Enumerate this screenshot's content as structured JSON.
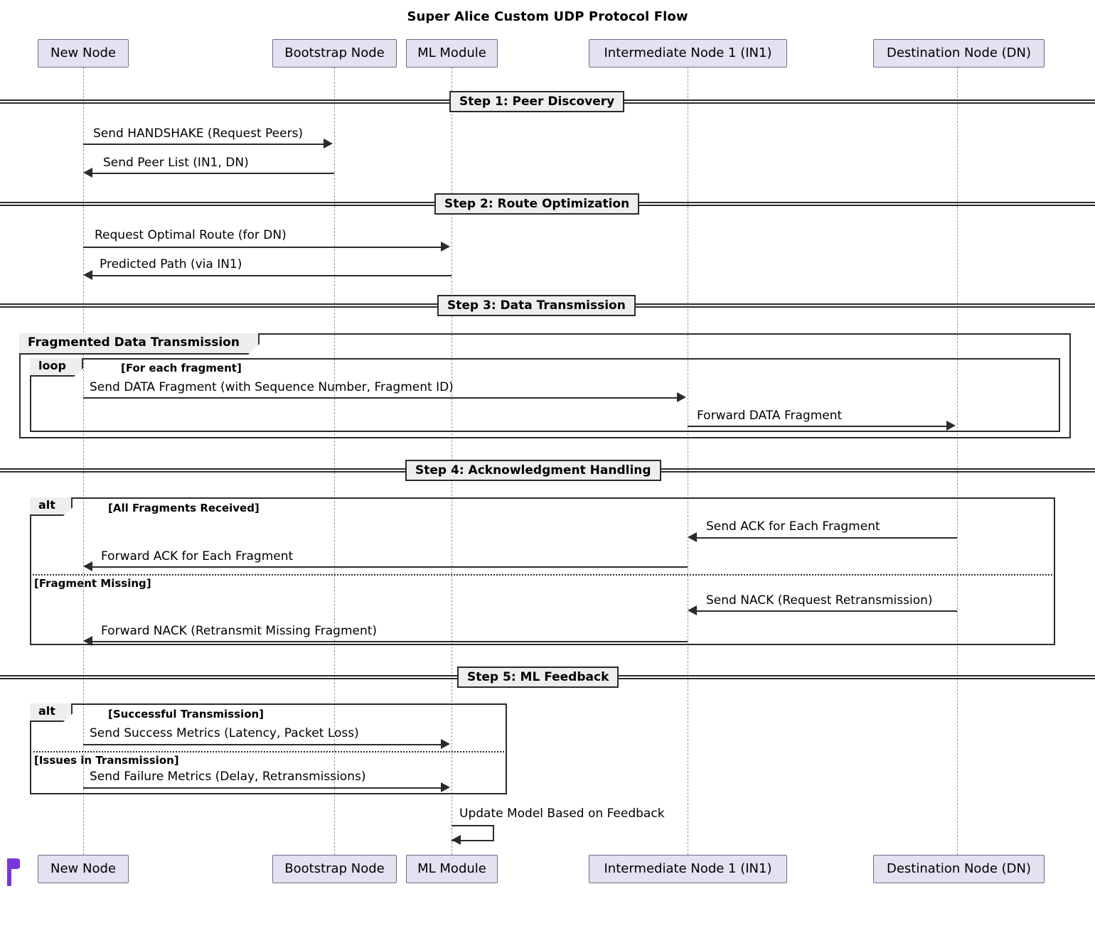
{
  "diagram": {
    "title": "Super Alice Custom UDP Protocol Flow",
    "type": "sequence-diagram",
    "accent_color": "#7B36DE",
    "participant_fill": "#E2E2F0",
    "frame_fill": "#EEEEEE",
    "line_color": "#2b2b2b"
  },
  "participants": [
    {
      "id": "new-node",
      "label": "New Node"
    },
    {
      "id": "bootstrap",
      "label": "Bootstrap Node"
    },
    {
      "id": "ml-module",
      "label": "ML Module"
    },
    {
      "id": "in1",
      "label": "Intermediate Node 1 (IN1)"
    },
    {
      "id": "dn",
      "label": "Destination Node (DN)"
    }
  ],
  "dividers": [
    {
      "id": "step-1",
      "label": "Step 1: Peer Discovery"
    },
    {
      "id": "step-2",
      "label": "Step 2: Route Optimization"
    },
    {
      "id": "step-3",
      "label": "Step 3: Data Transmission"
    },
    {
      "id": "step-4",
      "label": "Step 4: Acknowledgment Handling"
    },
    {
      "id": "step-5",
      "label": "Step 5: ML Feedback"
    }
  ],
  "messages": [
    {
      "id": "m1",
      "label": "Send HANDSHAKE (Request Peers)",
      "from": "new-node",
      "to": "bootstrap",
      "dir": "right"
    },
    {
      "id": "m2",
      "label": "Send Peer List (IN1, DN)",
      "from": "bootstrap",
      "to": "new-node",
      "dir": "left"
    },
    {
      "id": "m3",
      "label": "Request Optimal Route (for DN)",
      "from": "new-node",
      "to": "ml-module",
      "dir": "right"
    },
    {
      "id": "m4",
      "label": "Predicted Path (via IN1)",
      "from": "ml-module",
      "to": "new-node",
      "dir": "left"
    },
    {
      "id": "m5",
      "label": "Send DATA Fragment (with Sequence Number, Fragment ID)",
      "from": "new-node",
      "to": "in1",
      "dir": "right"
    },
    {
      "id": "m6",
      "label": "Forward DATA Fragment",
      "from": "in1",
      "to": "dn",
      "dir": "right"
    },
    {
      "id": "m7",
      "label": "Send ACK for Each Fragment",
      "from": "dn",
      "to": "in1",
      "dir": "left"
    },
    {
      "id": "m8",
      "label": "Forward ACK for Each Fragment",
      "from": "in1",
      "to": "new-node",
      "dir": "left"
    },
    {
      "id": "m9",
      "label": "Send NACK (Request Retransmission)",
      "from": "dn",
      "to": "in1",
      "dir": "left"
    },
    {
      "id": "m10",
      "label": "Forward NACK (Retransmit Missing Fragment)",
      "from": "in1",
      "to": "new-node",
      "dir": "left"
    },
    {
      "id": "m11",
      "label": "Send Success Metrics (Latency, Packet Loss)",
      "from": "new-node",
      "to": "ml-module",
      "dir": "right"
    },
    {
      "id": "m12",
      "label": "Send Failure Metrics (Delay, Retransmissions)",
      "from": "new-node",
      "to": "ml-module",
      "dir": "right"
    },
    {
      "id": "m13",
      "label": "Update Model Based on Feedback",
      "from": "ml-module",
      "to": "ml-module",
      "dir": "self"
    }
  ],
  "frames": {
    "group_fragmented": {
      "kind": "group",
      "title": "Fragmented Data Transmission"
    },
    "loop_fragment": {
      "kind": "loop",
      "label": "loop",
      "condition": "[For each fragment]"
    },
    "alt_ack": {
      "kind": "alt",
      "label": "alt",
      "condition": "[All Fragments Received]",
      "else_condition": "[Fragment Missing]"
    },
    "alt_feedback": {
      "kind": "alt",
      "label": "alt",
      "condition": "[Successful Transmission]",
      "else_condition": "[Issues in Transmission]"
    }
  }
}
